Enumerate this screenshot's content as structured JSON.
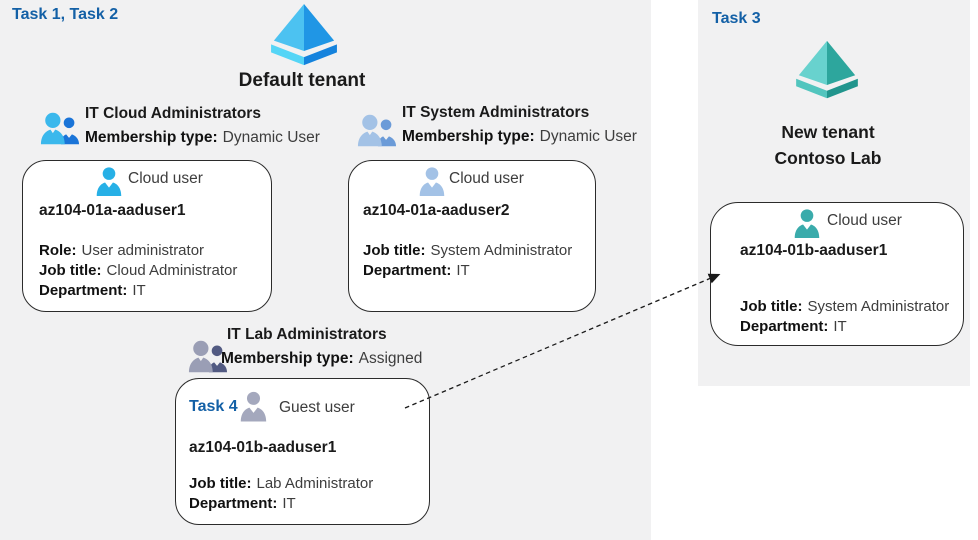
{
  "colors": {
    "panel_bg": "#f1f1f2",
    "task_blue": "#1360a6",
    "card_border": "#2b2b2b",
    "arrow": "#1a1a1a"
  },
  "icons": {
    "default_tenant": {
      "name": "azure-ad-tenant-icon",
      "left_face": "#4cc2f1",
      "right_face": "#2096e5",
      "base_left": "#55d5f6",
      "base_right": "#1583dd"
    },
    "new_tenant": {
      "name": "azure-ad-tenant-icon-teal",
      "left_face": "#68d2ce",
      "right_face": "#2da69d",
      "base_left": "#52c5be",
      "base_right": "#21958d"
    },
    "group1": {
      "name": "group-icon",
      "front": "#3bb8ec",
      "back": "#1a74d8"
    },
    "group2": {
      "name": "group-icon",
      "front": "#a3c2e6",
      "back": "#6b9bd8"
    },
    "group3": {
      "name": "group-icon",
      "front": "#9a9eb5",
      "back": "#525a82"
    },
    "user1": {
      "name": "cloud-user-icon",
      "color": "#27b0e6"
    },
    "user2": {
      "name": "cloud-user-icon",
      "color": "#a3c2e6"
    },
    "user3": {
      "name": "guest-user-icon",
      "color": "#a4a8bd"
    },
    "user4": {
      "name": "cloud-user-icon",
      "color": "#3aabab"
    }
  },
  "left_panel": {
    "task_label": "Task 1, Task 2",
    "tenant_name": "Default tenant",
    "groups": [
      {
        "name": "IT Cloud Administrators",
        "membership_label": "Membership type:",
        "membership_value": "Dynamic User",
        "card": {
          "user_type": "Cloud user",
          "username": "az104-01a-aaduser1",
          "fields": [
            {
              "label": "Role:",
              "value": "User administrator"
            },
            {
              "label": "Job title:",
              "value": "Cloud Administrator"
            },
            {
              "label": "Department:",
              "value": "IT"
            }
          ]
        }
      },
      {
        "name": "IT System Administrators",
        "membership_label": "Membership type:",
        "membership_value": "Dynamic User",
        "card": {
          "user_type": "Cloud user",
          "username": "az104-01a-aaduser2",
          "fields": [
            {
              "label": "Job title:",
              "value": "System Administrator"
            },
            {
              "label": "Department:",
              "value": "IT"
            }
          ]
        }
      },
      {
        "name": "IT Lab Administrators",
        "membership_label": "Membership type:",
        "membership_value": "Assigned",
        "card": {
          "task_label": "Task 4",
          "user_type": "Guest user",
          "username": "az104-01b-aaduser1",
          "fields": [
            {
              "label": "Job title:",
              "value": "Lab Administrator"
            },
            {
              "label": "Department:",
              "value": "IT"
            }
          ]
        }
      }
    ]
  },
  "right_panel": {
    "task_label": "Task 3",
    "tenant_name_line1": "New tenant",
    "tenant_name_line2": "Contoso Lab",
    "card": {
      "user_type": "Cloud user",
      "username": "az104-01b-aaduser1",
      "fields": [
        {
          "label": "Job title:",
          "value": "System Administrator"
        },
        {
          "label": "Department:",
          "value": "IT"
        }
      ]
    }
  }
}
